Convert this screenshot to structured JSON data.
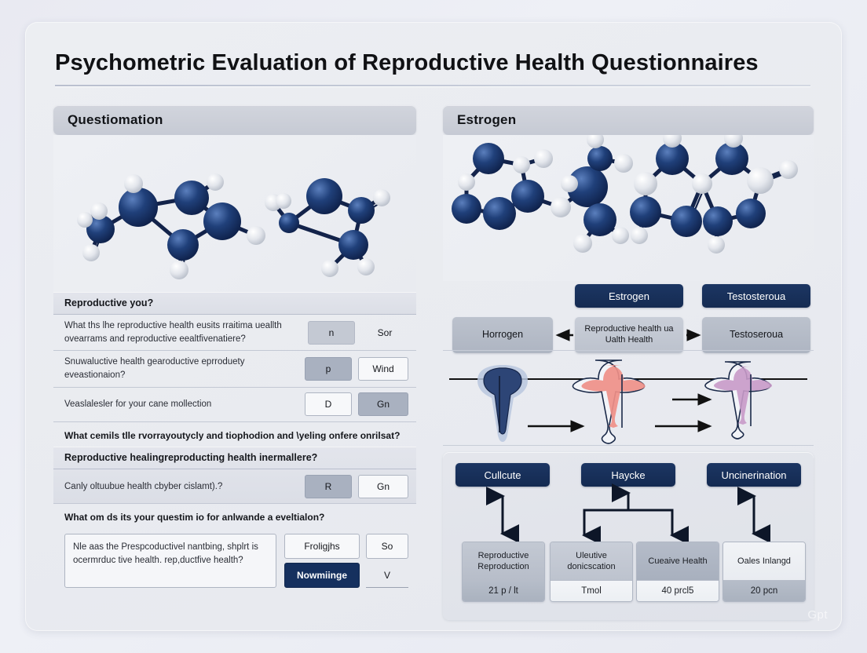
{
  "document": {
    "title": "Psychometric Evaluation of Reproductive Health Questionnaires",
    "watermark": "Gpt"
  },
  "left_panel": {
    "header": "Questiomation",
    "molecule_caption": "ball-and-stick-molecule-left",
    "section1": {
      "header": "Reproductive you?",
      "rows": [
        {
          "text": "What ths lhe reproductive health eusits rraitima ueallth ovearrams and reproductive eealtfivenatiere?",
          "options": [
            {
              "label": "n",
              "style": "filled-lt"
            },
            {
              "label": "Sor",
              "style": "ghost"
            }
          ]
        },
        {
          "text": "Snuwaluctive health gearoductive eprroduety eveastionaion?",
          "options": [
            {
              "label": "p",
              "style": "filled-md"
            },
            {
              "label": "Wind",
              "style": "outline"
            }
          ]
        },
        {
          "text": "Veaslalesler for your cane mollection",
          "options": [
            {
              "label": "D",
              "style": "outline"
            },
            {
              "label": "Gn",
              "style": "filled-md"
            }
          ]
        }
      ]
    },
    "prompt1": "What cemils tlle rvorrayoutycly and tiophodion and \\yeling onfere onrilsat?",
    "section2": {
      "header": "Reproductive healingreproducting health inermallere?",
      "rows": [
        {
          "text": "Canly oltuubue health cbyber cislamt).?",
          "options": [
            {
              "label": "R",
              "style": "filled-md"
            },
            {
              "label": "Gn",
              "style": "outline"
            }
          ]
        }
      ]
    },
    "prompt2": "What om ds its your questim io for anlwande a eveltialon?",
    "freeform": {
      "value": "Nle aas the Prespcoductivel nantbing, shplrt is ocermrduc tive health. rep,ductfive health?",
      "options": [
        {
          "label": "Froligjhs",
          "style": "outline"
        },
        {
          "label": "So",
          "style": "outline"
        },
        {
          "label": "Nowmiinge",
          "style": "navy"
        },
        {
          "label": "V",
          "style": "underline"
        }
      ]
    }
  },
  "right_panel": {
    "header": "Estrogen",
    "molecule_caption": "ball-and-stick-molecule-right",
    "hormone_row": {
      "dark_tags": [
        "Estrogen",
        "Testosteroua"
      ],
      "gray_tags": [
        "Horrogen",
        "Reproductive health ua Ualth Health",
        "Testoseroua"
      ]
    },
    "uterus_stages": [
      "stage-follicular",
      "stage-ovulatory",
      "stage-luteal"
    ],
    "flow": {
      "dark_boxes": [
        "Cullcute",
        "Haycke",
        "Uncinerination"
      ],
      "metrics": [
        {
          "label": "Reproductive Reproduction",
          "value": "21 p / lt"
        },
        {
          "label": "Uleutive donicscation",
          "value": "Tmol"
        },
        {
          "label": "Cueaive Health",
          "value": "40 prcl5"
        },
        {
          "label": "Oales Inlangd",
          "value": "20 pcn"
        }
      ]
    }
  },
  "colors": {
    "navy": "#15305e",
    "panel_header": "#c6cad4",
    "card_bg": "#ebedf2",
    "molecule_atom": "#16305f",
    "molecule_hydrogen": "#e8eaee"
  }
}
